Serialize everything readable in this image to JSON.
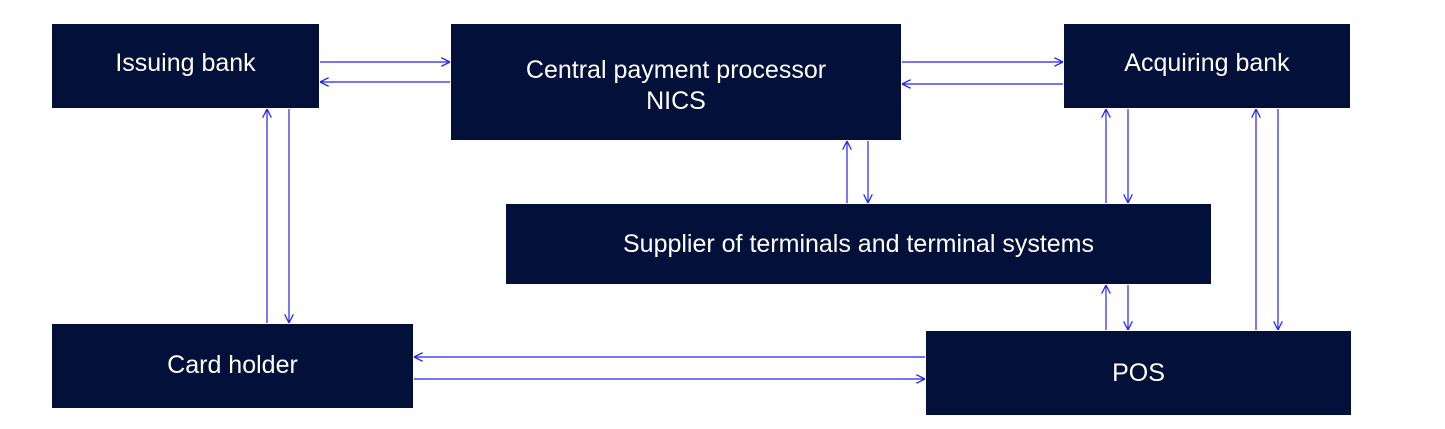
{
  "diagram": {
    "colors": {
      "box_fill": "#03113a",
      "box_text": "#ffffff",
      "arrow": "#2323f5",
      "background": "#ffffff"
    },
    "nodes": {
      "issuing_bank": {
        "label": "Issuing bank"
      },
      "central_processor": {
        "line1": "Central payment processor",
        "line2": "NICS"
      },
      "acquiring_bank": {
        "label": "Acquiring bank"
      },
      "supplier": {
        "label": "Supplier of terminals and terminal systems"
      },
      "card_holder": {
        "label": "Card holder"
      },
      "pos": {
        "label": "POS"
      }
    },
    "connections": [
      {
        "from": "Issuing bank",
        "to": "Central payment processor NICS",
        "bidirectional": true
      },
      {
        "from": "Central payment processor NICS",
        "to": "Acquiring bank",
        "bidirectional": true
      },
      {
        "from": "Central payment processor NICS",
        "to": "Supplier of terminals and terminal systems",
        "bidirectional": true
      },
      {
        "from": "Acquiring bank",
        "to": "Supplier of terminals and terminal systems",
        "bidirectional": true
      },
      {
        "from": "Acquiring bank",
        "to": "POS",
        "bidirectional": true
      },
      {
        "from": "Issuing bank",
        "to": "Card holder",
        "bidirectional": true
      },
      {
        "from": "Supplier of terminals and terminal systems",
        "to": "POS",
        "bidirectional": true
      },
      {
        "from": "Card holder",
        "to": "POS",
        "bidirectional": true
      }
    ]
  }
}
